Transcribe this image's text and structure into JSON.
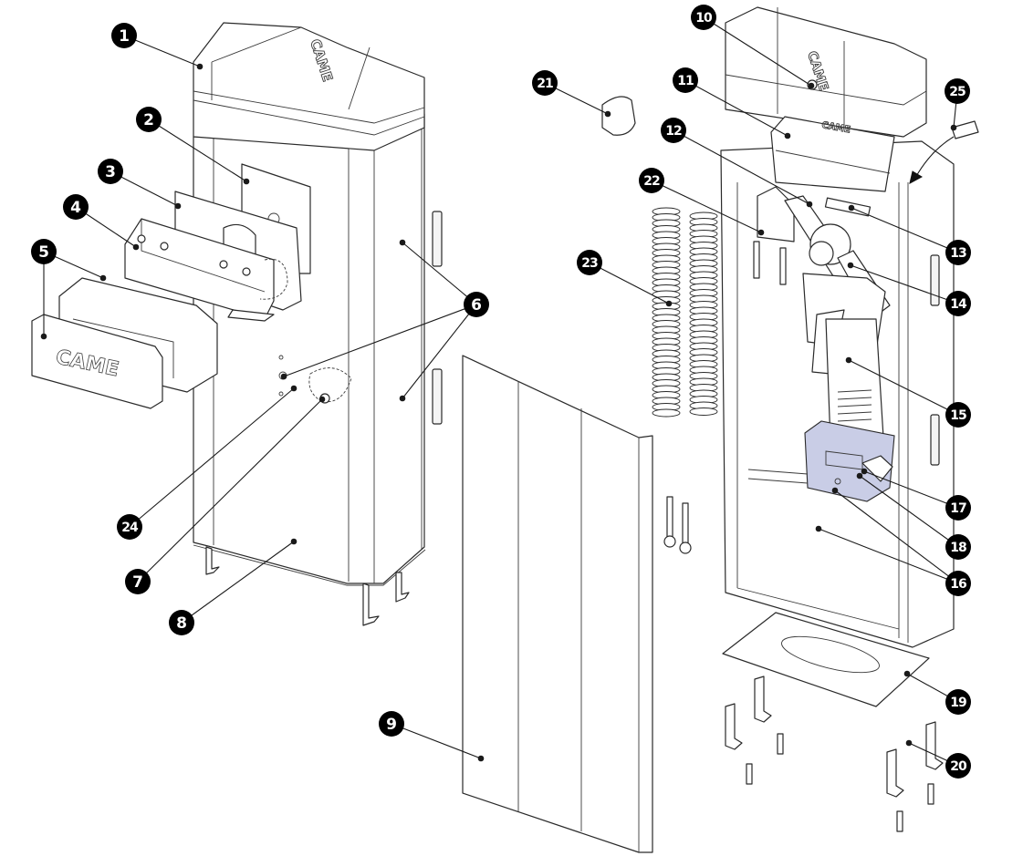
{
  "diagram": {
    "title": "Automatic barrier exploded view",
    "brand_label": "CAME",
    "colors": {
      "badge": "#000000",
      "badge_text": "#ffffff",
      "highlight_part": "#c9cde6",
      "line": "#2a2a2a",
      "background": "#ffffff"
    },
    "callouts": [
      {
        "number": "1",
        "part": "top-cover"
      },
      {
        "number": "2",
        "part": "mounting-plate"
      },
      {
        "number": "3",
        "part": "flange-plate"
      },
      {
        "number": "4",
        "part": "bracket"
      },
      {
        "number": "5",
        "part": "boom-cover"
      },
      {
        "number": "6",
        "part": "fixing-points"
      },
      {
        "number": "7",
        "part": "release-lock"
      },
      {
        "number": "8",
        "part": "cabinet"
      },
      {
        "number": "9",
        "part": "front-door"
      },
      {
        "number": "10",
        "part": "cover-lock"
      },
      {
        "number": "11",
        "part": "control-board-housing"
      },
      {
        "number": "12",
        "part": "limit-switch"
      },
      {
        "number": "13",
        "part": "limit-stop"
      },
      {
        "number": "14",
        "part": "lever-arm"
      },
      {
        "number": "15",
        "part": "gearmotor"
      },
      {
        "number": "16",
        "part": "transformer-box"
      },
      {
        "number": "17",
        "part": "connector"
      },
      {
        "number": "18",
        "part": "cable-clamp"
      },
      {
        "number": "19",
        "part": "base-plate"
      },
      {
        "number": "20",
        "part": "anchor-brackets"
      },
      {
        "number": "21",
        "part": "end-cap"
      },
      {
        "number": "22",
        "part": "spring-hook"
      },
      {
        "number": "23",
        "part": "balancing-springs"
      },
      {
        "number": "24",
        "part": "release-key"
      },
      {
        "number": "25",
        "part": "terminal-strip"
      }
    ]
  }
}
